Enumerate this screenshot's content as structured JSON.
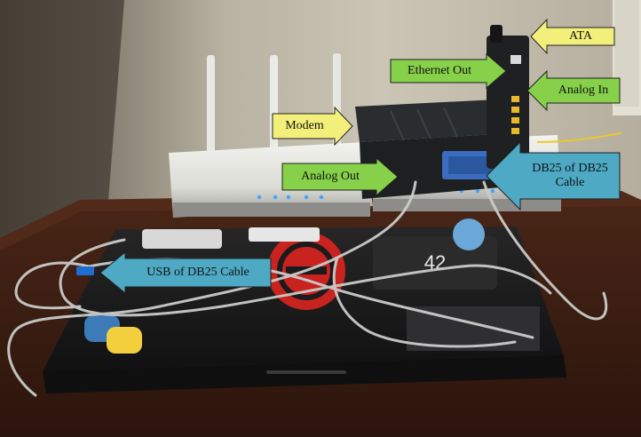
{
  "labels": {
    "ata": "ATA",
    "ethernet_out": "Ethernet Out",
    "analog_in": "Analog In",
    "modem": "Modem",
    "analog_out": "Analog Out",
    "db25_of_db25_cable": "DB25 of DB25 Cable",
    "usb_of_db25_cable": "USB of DB25 Cable"
  },
  "sticker_text": {
    "laptop_number": "42"
  },
  "colors": {
    "yellow_arrow": "#f2f07a",
    "green_arrow": "#86d04a",
    "blue_arrow": "#4da9c4",
    "wall": "#c9c3b3",
    "table": "#3a1c12",
    "laptop": "#1e1e1f"
  }
}
